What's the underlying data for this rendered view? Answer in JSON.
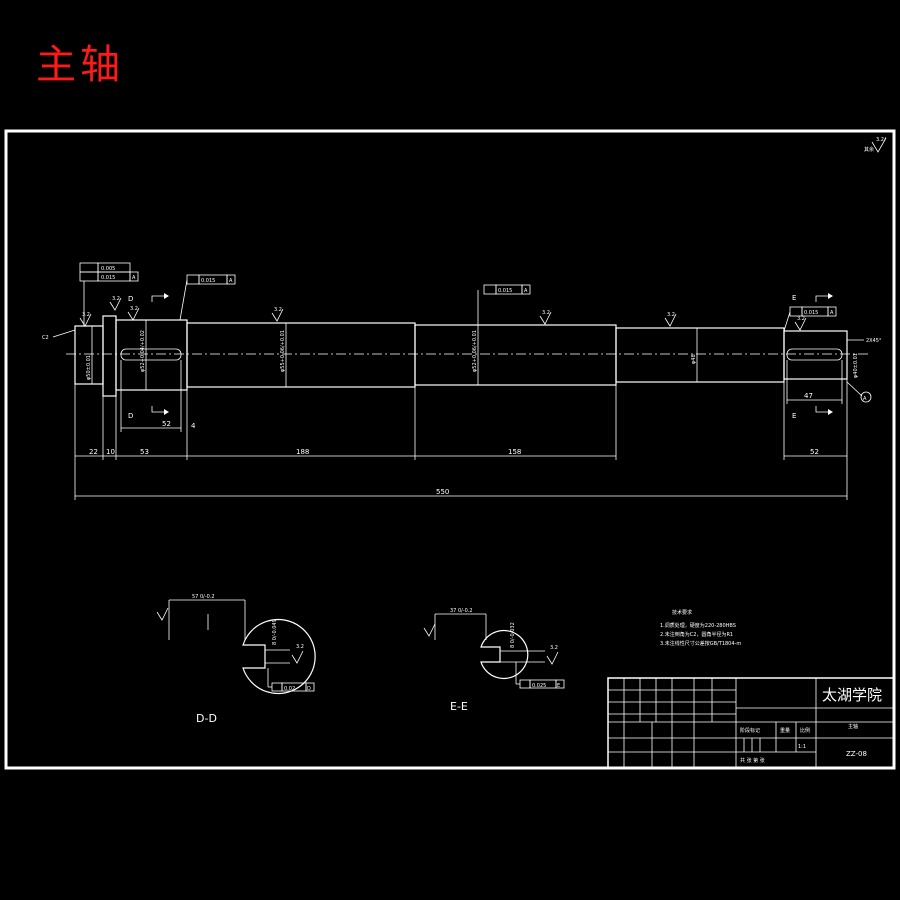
{
  "page_title": "主轴",
  "finish_default": "3.2/",
  "finish_note": "其余",
  "roughness": {
    "a": "3.2",
    "b": "3.2",
    "c": "3.2",
    "d": "3.2",
    "e": "3.2",
    "f": "3.2",
    "g": "3.2"
  },
  "tol": {
    "runout_015": "0.015",
    "flat_005": "0.005",
    "datum_a": "A",
    "parallel_d": "0.02",
    "datum_d": "D",
    "parallel_e": "0.025",
    "datum_e": "E"
  },
  "section_labels": {
    "d": "D",
    "e": "E",
    "dd": "D-D",
    "ee": "E-E"
  },
  "chamfer_left": "C2",
  "chamfer_right": "2X45°",
  "diameters": {
    "d1": "φ50±0.01",
    "d2": "φ52+0.04/+0.02",
    "d3": "φ55+0.06/+0.01",
    "d4": "φ52+0.06/+0.01",
    "d5": "φ48",
    "d6": "φ40±0.01"
  },
  "dims": {
    "a": "22",
    "b": "10",
    "c": "53",
    "d": "4",
    "e": "188",
    "f": "158",
    "g": "52",
    "h": "47",
    "i": "52",
    "total": "550"
  },
  "section_dims": {
    "dd_width": "57 0/-0.2",
    "dd_key": "8 0/-0.049",
    "ee_width": "37 0/-0.2",
    "ee_key": "8 0/-0.032"
  },
  "tech_requirements": {
    "heading": "技术要求",
    "items": [
      "1.调质处理，硬度为220-280HBS",
      "2.未注倒角为C2，圆角半径为R1",
      "3.未注线性尺寸公差按GB/T1804-m"
    ]
  },
  "title_block": {
    "school": "太湖学院",
    "part_name": "主轴",
    "drawing_no": "ZZ-08",
    "scale": "1:1",
    "stage_label": "阶段标记",
    "weight_label": "重量",
    "ratio_label": "比例",
    "sheet_text": "共  张    第  张"
  }
}
